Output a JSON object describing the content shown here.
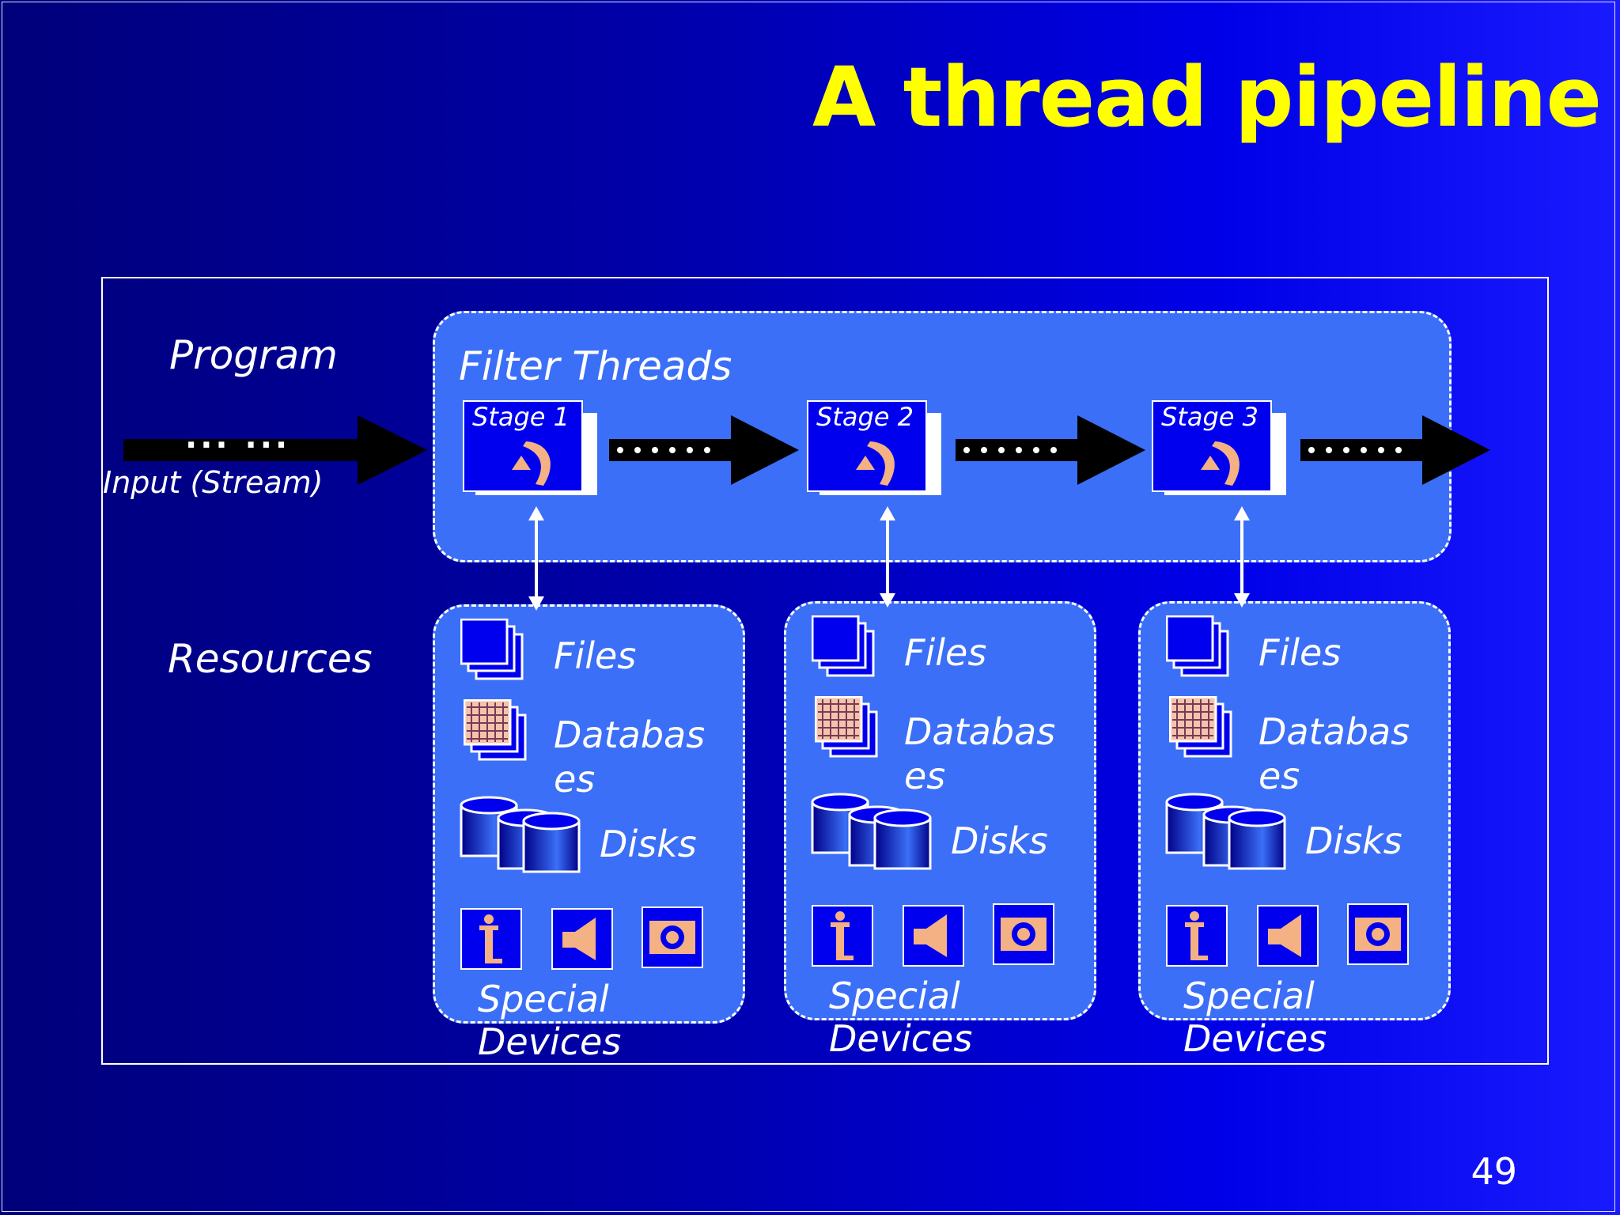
{
  "title": "A thread pipeline",
  "program_label": "Program",
  "resources_label": "Resources",
  "input_label": "Input (Stream)",
  "input_dots": "... ...",
  "filter_title": "Filter Threads",
  "stages": [
    {
      "label": "Stage 1"
    },
    {
      "label": "Stage 2"
    },
    {
      "label": "Stage 3"
    }
  ],
  "resource_groups": [
    {
      "files": "Files",
      "databases_1": "Databas",
      "databases_2": "es",
      "disks": "Disks",
      "special_1": "Special",
      "special_2": "Devices"
    },
    {
      "files": "Files",
      "databases_1": "Databas",
      "databases_2": "es",
      "disks": "Disks",
      "special_1": "Special",
      "special_2": "Devices"
    },
    {
      "files": "Files",
      "databases_1": "Databas",
      "databases_2": "es",
      "disks": "Disks",
      "special_1": "Special",
      "special_2": "Devices"
    }
  ],
  "icons": {
    "stage": "stage-window-icon",
    "files": "files-stack-icon",
    "databases": "database-grid-icon",
    "disks": "disk-cylinders-icon",
    "device_1": "person-device-icon",
    "device_2": "speaker-device-icon",
    "device_3": "camera-device-icon"
  },
  "colors": {
    "title": "#ffff00",
    "panel": "#3b6ff7",
    "icon_fill": "#0000ee",
    "accent": "#f4b183"
  },
  "page_number": "49"
}
